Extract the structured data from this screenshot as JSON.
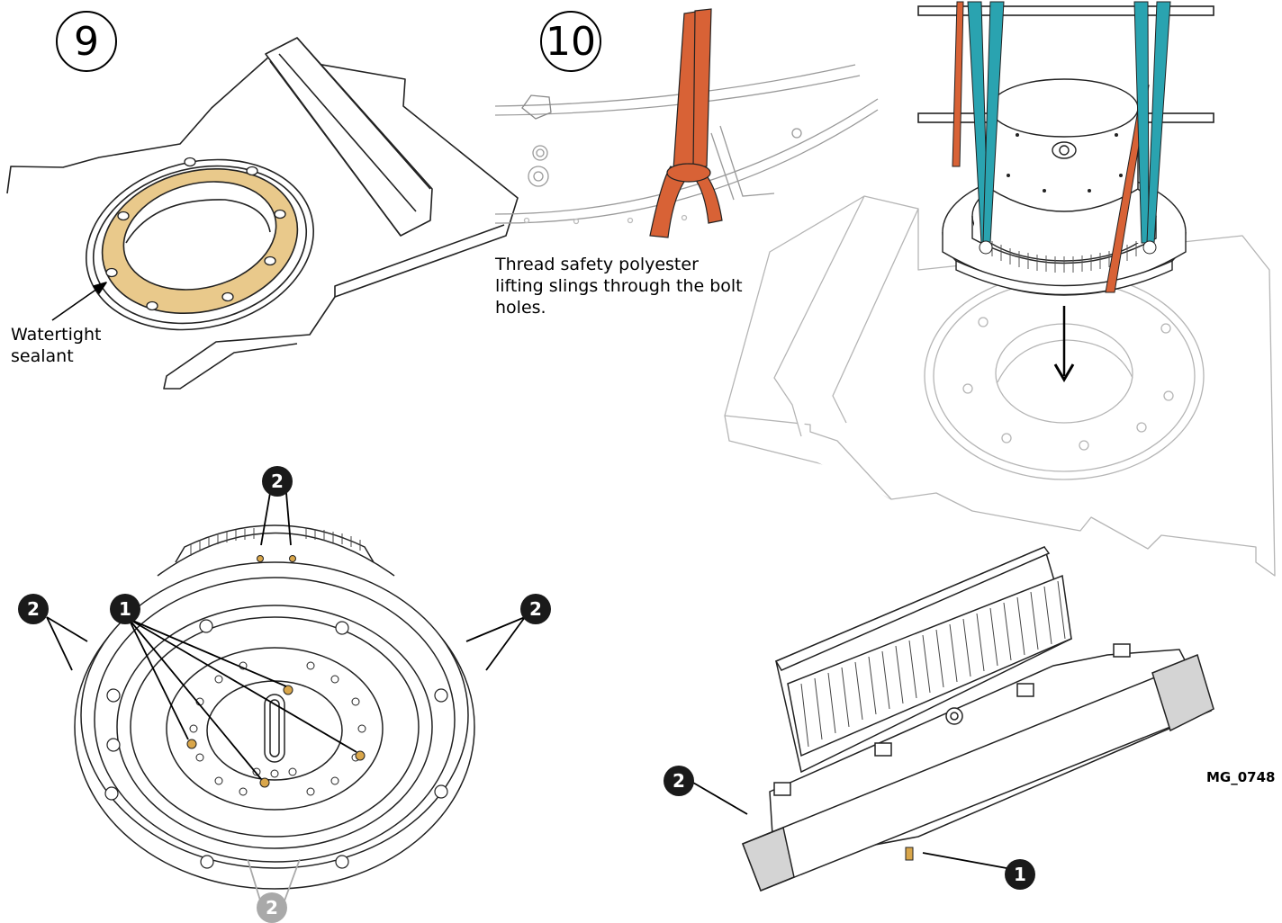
{
  "steps": {
    "step9": "9",
    "step10": "10"
  },
  "labels": {
    "sealant": "Watertight\nsealant",
    "slings": "Thread safety polyester lifting slings through the bolt holes."
  },
  "callouts": {
    "one": "1",
    "two": "2"
  },
  "reference": "MG_0748",
  "colors": {
    "sealant": "#e9c98b",
    "sling_orange": "#d86236",
    "sling_teal": "#2aa3b0",
    "callout_dark": "#1a1a1a",
    "callout_grey": "#a9a9a9",
    "brass": "#d9a64a",
    "block_grey": "#d4d4d4"
  }
}
